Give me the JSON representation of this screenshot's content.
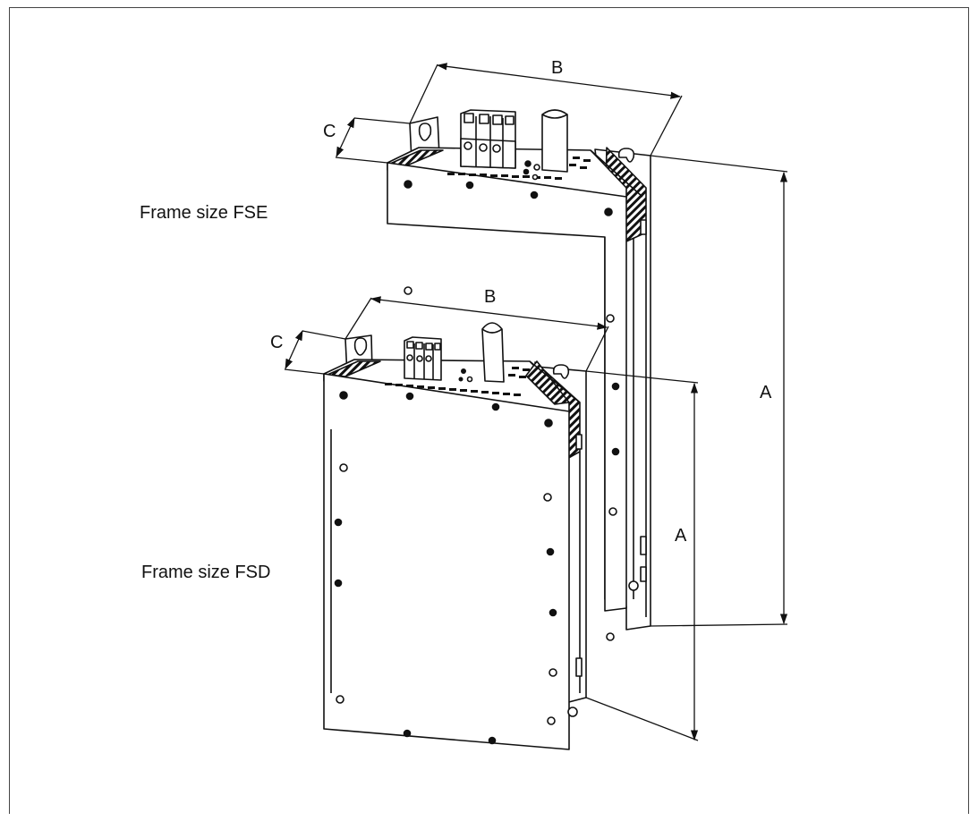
{
  "labels": {
    "frame_fse": "Frame size FSE",
    "frame_fsd": "Frame size FSD"
  },
  "dimensions": {
    "fse_width": "B",
    "fse_depth": "C",
    "fse_height": "A",
    "fsd_width": "B",
    "fsd_depth": "C",
    "fsd_height": "A"
  }
}
